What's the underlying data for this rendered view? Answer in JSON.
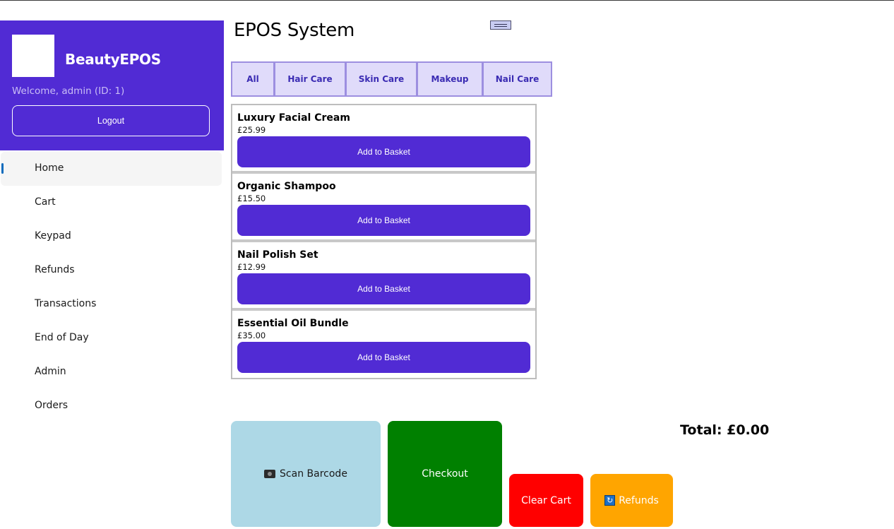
{
  "sidebar": {
    "app_name": "BeautyEPOS",
    "welcome": "Welcome, admin (ID: 1)",
    "logout_label": "Logout",
    "nav": [
      {
        "label": "Home",
        "active": true
      },
      {
        "label": "Cart"
      },
      {
        "label": "Keypad"
      },
      {
        "label": "Refunds"
      },
      {
        "label": "Transactions"
      },
      {
        "label": "End of Day"
      },
      {
        "label": "Admin"
      },
      {
        "label": "Orders"
      }
    ]
  },
  "main": {
    "title": "EPOS System",
    "menu_toggle_icon": "hamburger-icon",
    "tabs": [
      {
        "label": "All",
        "width": 62
      },
      {
        "label": "Hair Care",
        "width": 102
      },
      {
        "label": "Skin Care",
        "width": 102
      },
      {
        "label": "Makeup",
        "width": 94
      },
      {
        "label": "Nail Care",
        "width": 99
      }
    ],
    "products": [
      {
        "name": "Luxury Facial Cream",
        "price": "£25.99",
        "button": "Add to Basket"
      },
      {
        "name": "Organic Shampoo",
        "price": "£15.50",
        "button": "Add to Basket"
      },
      {
        "name": "Nail Polish Set",
        "price": "£12.99",
        "button": "Add to Basket"
      },
      {
        "name": "Essential Oil Bundle",
        "price": "£35.00",
        "button": "Add to Basket"
      }
    ],
    "actions": {
      "scan_label": "Scan Barcode",
      "scan_icon": "camera-icon",
      "checkout_label": "Checkout",
      "clear_label": "Clear Cart",
      "refunds_label": "Refunds",
      "refunds_icon": "refresh-icon"
    },
    "total": "Total: £0.00"
  },
  "colors": {
    "brand": "#512bd4",
    "tab_bg": "#e0dbfa",
    "tab_border": "#9d8fe0",
    "scan": "#add8e6",
    "checkout": "#008000",
    "clear": "#ff0000",
    "refunds": "#ffa500",
    "nav_indicator": "#0f6cbd"
  }
}
